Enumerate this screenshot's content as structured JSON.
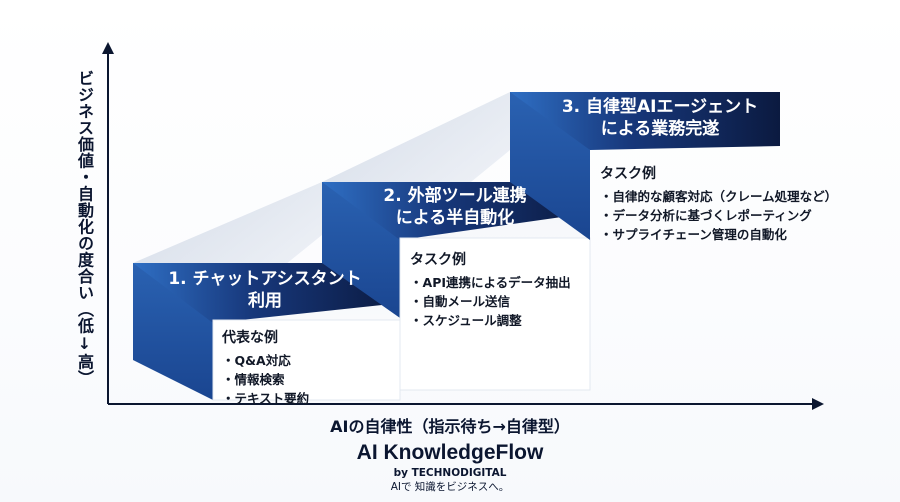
{
  "axes": {
    "y_label": "ビジネス価値・自動化の度合い（低↓高）",
    "x_label": "AIの自律性（指示待ち→自律型）"
  },
  "steps": [
    {
      "title_line1": "1. チャットアシスタント",
      "title_line2": "利用",
      "examples_heading": "代表な例",
      "examples": [
        "Q&A対応",
        "情報検索",
        "テキスト要約"
      ]
    },
    {
      "title_line1": "2. 外部ツール連携",
      "title_line2": "による半自動化",
      "examples_heading": "タスク例",
      "examples": [
        "API連携によるデータ抽出",
        "自動メール送信",
        "スケジュール調整"
      ]
    },
    {
      "title_line1": "3. 自律型AIエージェント",
      "title_line2": "による業務完遂",
      "examples_heading": "タスク例",
      "examples": [
        "自律的な顧客対応（クレーム処理など）",
        "データ分析に基づくレポーティング",
        "サプライチェーン管理の自動化"
      ]
    }
  ],
  "brand": {
    "name": "AI KnowledgeFlow",
    "by": "by TECHNODIGITAL",
    "tagline": "AIで 知識をビジネスへ。"
  },
  "colors": {
    "navy": "#0d1d45",
    "blue": "#1d4e9a",
    "light_blue": "#2f6fc4",
    "text": "#0b1630"
  }
}
